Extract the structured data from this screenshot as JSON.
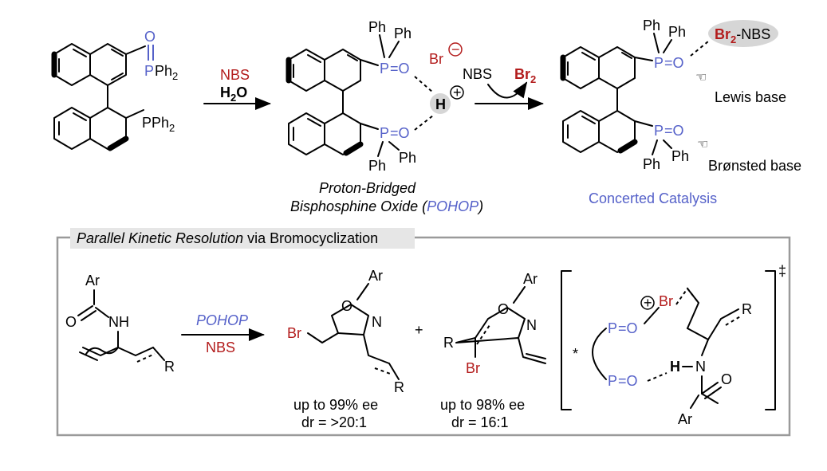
{
  "colors": {
    "blue": "#5561c9",
    "red": "#b31c1c",
    "box": "#9a9a9a",
    "box_header": "#e6e6e6"
  },
  "top": {
    "reactant": {
      "oxide_o": "O",
      "oxide_p": "P",
      "oxide_ph2": "Ph",
      "oxide_sub": "2",
      "phosphine": "PPh",
      "phosphine_sub": "2"
    },
    "arrow1": {
      "reagent1": "NBS",
      "reagent2": "H",
      "reagent2_sub": "2",
      "reagent2_end": "O"
    },
    "pohop": {
      "ph": "Ph",
      "p": "P",
      "eq": "=O",
      "br": "Br",
      "h": "H",
      "minus": "−",
      "plus": "+",
      "caption1": "Proton-Bridged",
      "caption2a": "Bisphosphine Oxide (",
      "caption2b": "POHOP",
      "caption2c": ")"
    },
    "arrow2": {
      "nbs": "NBS",
      "br2": "Br",
      "br2_sub": "2"
    },
    "concerted": {
      "ph": "Ph",
      "p": "P",
      "eq": "=O",
      "br2nbs_a": "Br",
      "br2nbs_sub": "2",
      "br2nbs_b": "-NBS",
      "lewis": "Lewis base",
      "bronsted": "Brønsted base",
      "title": "Concerted Catalysis"
    }
  },
  "box": {
    "header_italic": "Parallel Kinetic Resolution",
    "header_rest": " via Bromocyclization",
    "substrate": {
      "ar": "Ar",
      "o": "O",
      "nh": "NH",
      "r": "R"
    },
    "arrow": {
      "top": "POHOP",
      "bottom": "NBS"
    },
    "product1": {
      "br": "Br",
      "o": "O",
      "n": "N",
      "ar": "Ar",
      "r": "R",
      "ee": "up to 99% ee",
      "dr": "dr = >20:1"
    },
    "plus": "+",
    "product2": {
      "r": "R",
      "br": "Br",
      "o": "O",
      "n": "N",
      "ar": "Ar",
      "ee": "up to 98% ee",
      "dr": "dr = 16:1"
    },
    "ts": {
      "p1": "P",
      "eq": "=O",
      "p2": "P",
      "br": "Br",
      "plus": "+",
      "r": "R",
      "h": "H",
      "n": "N",
      "o": "O",
      "ar": "Ar",
      "star": "*",
      "dagger": "‡"
    }
  }
}
